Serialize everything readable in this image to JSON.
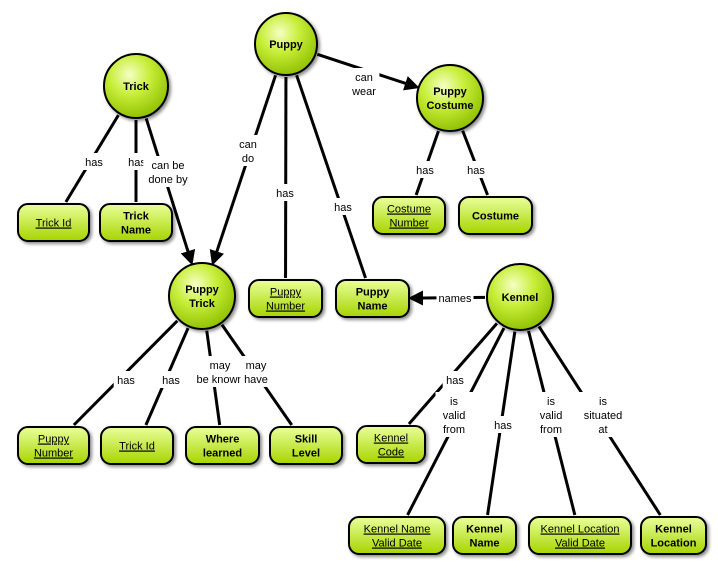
{
  "colors": {
    "node_fill_light": "#eaff9a",
    "node_fill_dark": "#9ccc00",
    "stroke": "#000000",
    "background": "#ffffff"
  },
  "nodes": {
    "puppy": {
      "lines": [
        "Puppy"
      ],
      "style": "circle"
    },
    "trick": {
      "lines": [
        "Trick"
      ],
      "style": "circle"
    },
    "puppy_costume": {
      "lines": [
        "Puppy",
        "Costume"
      ],
      "style": "circle"
    },
    "puppy_trick": {
      "lines": [
        "Puppy",
        "Trick"
      ],
      "style": "circle"
    },
    "kennel": {
      "lines": [
        "Kennel"
      ],
      "style": "circle"
    },
    "trick_id_top": {
      "lines": [
        "Trick Id"
      ],
      "style": "key"
    },
    "trick_name": {
      "lines": [
        "Trick",
        "Name"
      ],
      "style": "bold"
    },
    "costume_number": {
      "lines": [
        "Costume",
        "Number"
      ],
      "style": "key"
    },
    "costume": {
      "lines": [
        "Costume"
      ],
      "style": "bold"
    },
    "puppy_number_mid": {
      "lines": [
        "Puppy",
        "Number"
      ],
      "style": "key"
    },
    "puppy_name": {
      "lines": [
        "Puppy",
        "Name"
      ],
      "style": "bold"
    },
    "puppy_number_bottom": {
      "lines": [
        "Puppy",
        "Number"
      ],
      "style": "key"
    },
    "trick_id_bottom": {
      "lines": [
        "Trick Id"
      ],
      "style": "key"
    },
    "where_learned": {
      "lines": [
        "Where",
        "learned"
      ],
      "style": "bold"
    },
    "skill_level": {
      "lines": [
        "Skill",
        "Level"
      ],
      "style": "bold"
    },
    "kennel_code": {
      "lines": [
        "Kennel",
        "Code"
      ],
      "style": "key"
    },
    "kennel_name_valid_date": {
      "lines": [
        "Kennel Name",
        "Valid Date"
      ],
      "style": "key"
    },
    "kennel_name": {
      "lines": [
        "Kennel",
        "Name"
      ],
      "style": "bold"
    },
    "kennel_location_valid_date": {
      "lines": [
        "Kennel Location",
        "Valid Date"
      ],
      "style": "key"
    },
    "kennel_location": {
      "lines": [
        "Kennel",
        "Location"
      ],
      "style": "bold"
    }
  },
  "edges": [
    {
      "from": "puppy",
      "to": "puppy_costume",
      "label": [
        "can",
        "wear"
      ],
      "arrow": true
    },
    {
      "from": "puppy",
      "to": "puppy_trick",
      "label": [
        "can",
        "do"
      ],
      "arrow": true
    },
    {
      "from": "puppy",
      "to": "puppy_number_mid",
      "label": [
        "has"
      ],
      "arrow": false
    },
    {
      "from": "puppy",
      "to": "puppy_name",
      "label": [
        "has"
      ],
      "arrow": false
    },
    {
      "from": "trick",
      "to": "trick_id_top",
      "label": [
        "has"
      ],
      "arrow": false
    },
    {
      "from": "trick",
      "to": "trick_name",
      "label": [
        "has"
      ],
      "arrow": false
    },
    {
      "from": "trick",
      "to": "puppy_trick",
      "label": [
        "can be",
        "done by"
      ],
      "arrow": true
    },
    {
      "from": "puppy_costume",
      "to": "costume_number",
      "label": [
        "has"
      ],
      "arrow": false
    },
    {
      "from": "puppy_costume",
      "to": "costume",
      "label": [
        "has"
      ],
      "arrow": false
    },
    {
      "from": "puppy_trick",
      "to": "puppy_number_bottom",
      "label": [
        "has"
      ],
      "arrow": false
    },
    {
      "from": "puppy_trick",
      "to": "trick_id_bottom",
      "label": [
        "has"
      ],
      "arrow": false
    },
    {
      "from": "puppy_trick",
      "to": "where_learned",
      "label": [
        "may",
        "be known"
      ],
      "arrow": false
    },
    {
      "from": "puppy_trick",
      "to": "skill_level",
      "label": [
        "may",
        "have"
      ],
      "arrow": false
    },
    {
      "from": "kennel",
      "to": "puppy_name",
      "label": [
        "names"
      ],
      "arrow": true
    },
    {
      "from": "kennel",
      "to": "kennel_code",
      "label": [
        "has"
      ],
      "arrow": false
    },
    {
      "from": "kennel",
      "to": "kennel_name_valid_date",
      "label": [
        "is",
        "valid",
        "from"
      ],
      "arrow": false
    },
    {
      "from": "kennel",
      "to": "kennel_name",
      "label": [
        "has"
      ],
      "arrow": false
    },
    {
      "from": "kennel",
      "to": "kennel_location_valid_date",
      "label": [
        "is",
        "valid",
        "from"
      ],
      "arrow": false
    },
    {
      "from": "kennel",
      "to": "kennel_location",
      "label": [
        "is",
        "situated",
        "at"
      ],
      "arrow": false
    }
  ]
}
